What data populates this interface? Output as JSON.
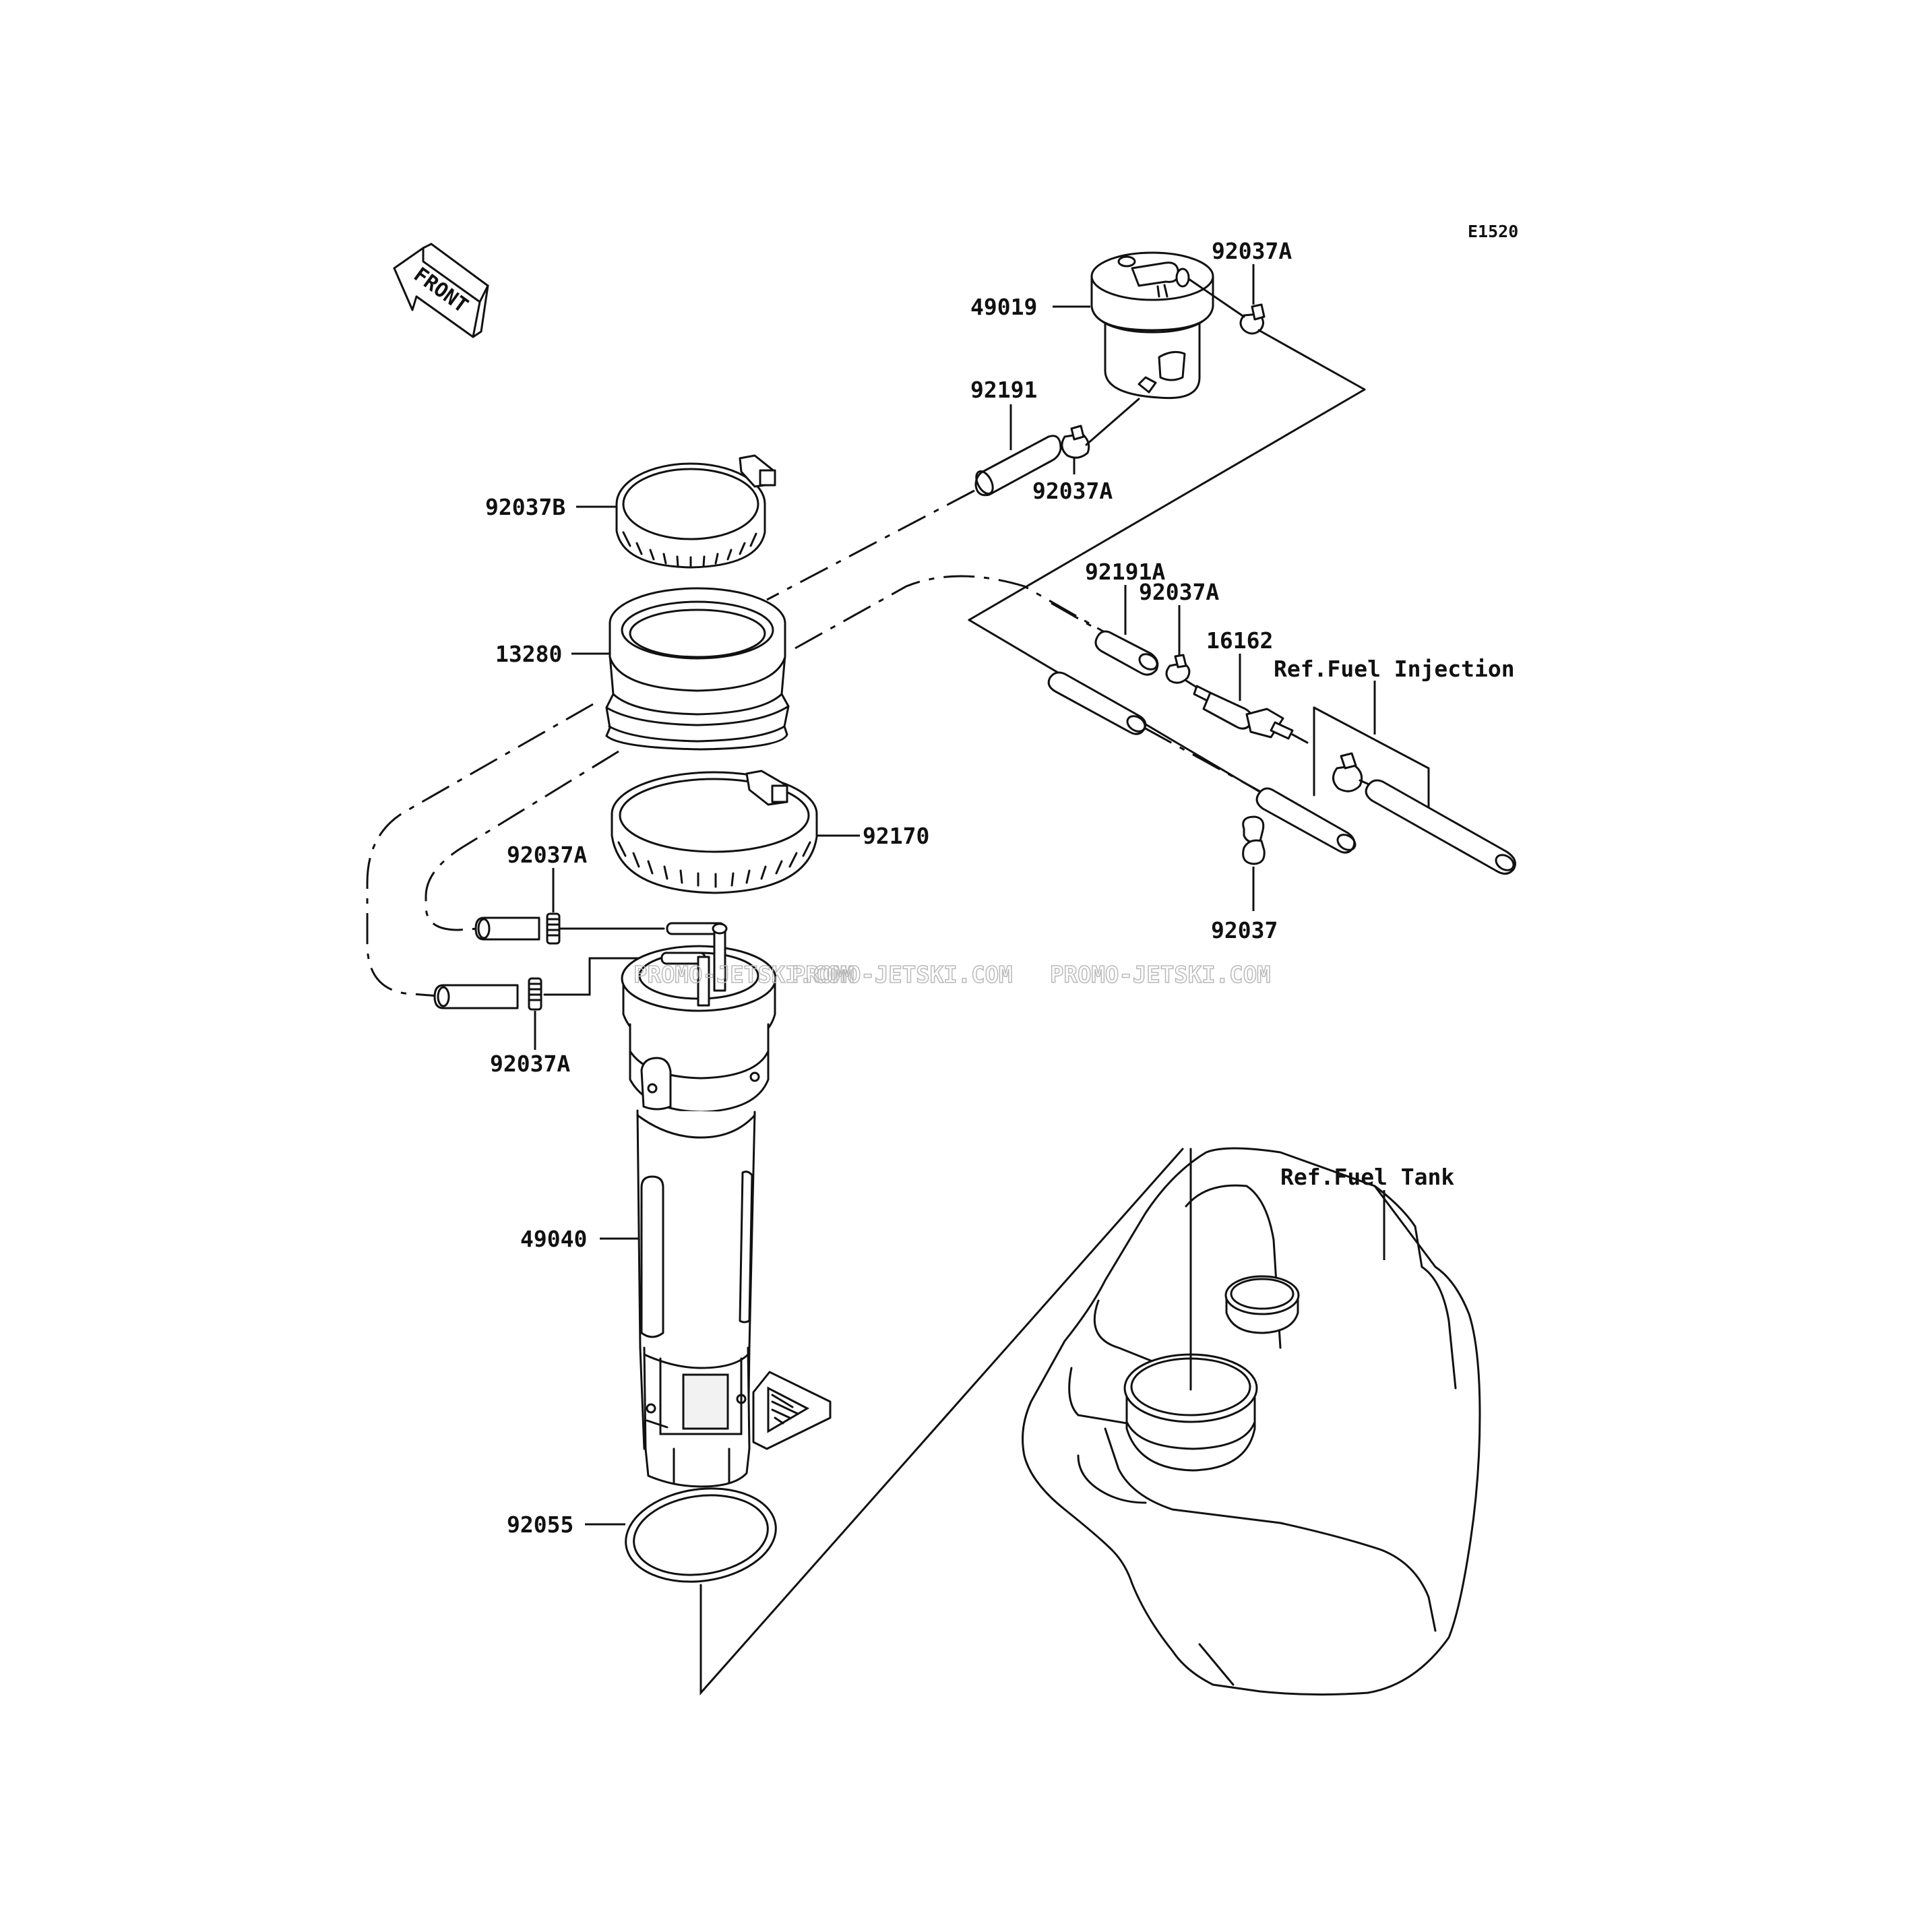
{
  "diagram_code": "E1520",
  "front_label": "FRONT",
  "watermark": [
    "PROMO-JETSKI.COM",
    "PROMO-JETSKI.COM",
    "PROMO-JETSKI.COM"
  ],
  "callouts": {
    "p49019": "49019",
    "p92037A_top": "92037A",
    "p92191": "92191",
    "p92037A_mid": "92037A",
    "p92037B": "92037B",
    "p13280": "13280",
    "p92191A": "92191A",
    "p92037A_right": "92037A",
    "p16162": "16162",
    "p92170": "92170",
    "p92037A_left_upper": "92037A",
    "p92037A_left_lower": "92037A",
    "p92037": "92037",
    "p49040": "49040",
    "p92055": "92055"
  },
  "references": {
    "fuel_injection": "Ref.Fuel Injection",
    "fuel_tank": "Ref.Fuel Tank"
  }
}
